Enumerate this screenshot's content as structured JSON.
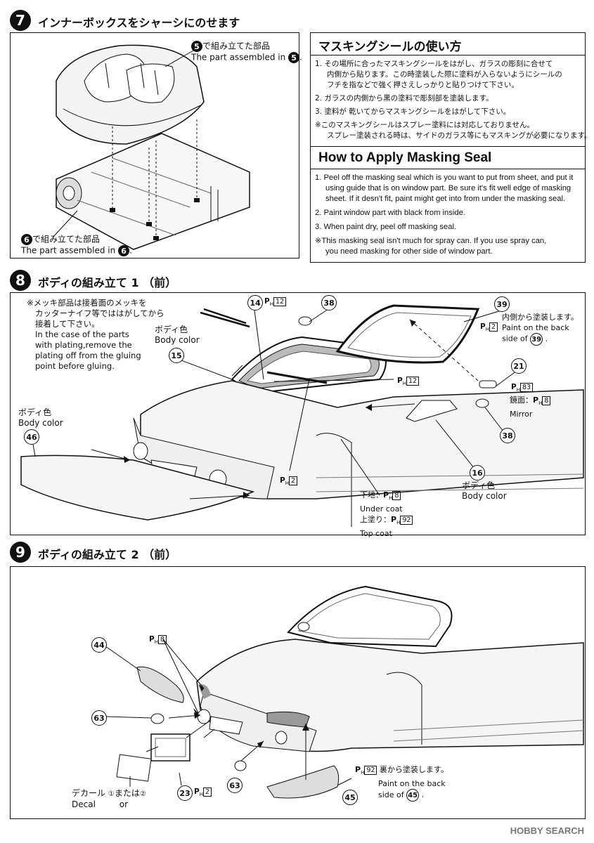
{
  "step7": {
    "number": "7",
    "title": "インナーボックスをシャーシにのせます",
    "label_top_ja": "で組み立てた部品",
    "label_top_en": "The part assembled in",
    "label_top_ref": "5",
    "label_bottom_ja": "で組み立てた部品",
    "label_bottom_en": "The part assembled in",
    "label_bottom_ref": "6"
  },
  "masking": {
    "title_ja": "マスキングシールの使い方",
    "items_ja": [
      "1. その場所に合ったマスキングシールをはがし、ガラスの彫刻に合せて",
      "内側から貼ります。この時塗装した際に塗料が入らないようにシールの",
      "フチを指などで強く押さえしっかりと貼りつけて下さい。",
      "2. ガラスの内側から黒の塗料で彫刻部を塗装します。",
      "3. 塗料が 乾いてからマスキングシールをはがして下さい。",
      "※このマスキングシールはスプレー塗料には対応しておりません。",
      "スプレー塗装される時は、サイドのガラス等にもマスキングが必要になります。"
    ],
    "title_en": "How to Apply Masking Seal",
    "items_en": [
      "1. Peel off the masking seal which is you want to put from sheet, and put it",
      "using guide that is on window part. Be sure it's fit well edge of masking",
      "sheet. If it desn't fit, paint might get into from under the masking seal.",
      "2. Paint window part with black from inside.",
      "3. When paint dry, peel off masking seal.",
      "※This masking seal isn't much for spray can. If you use spray can,",
      "you need masking for other side of window part."
    ]
  },
  "step8": {
    "number": "8",
    "title": "ボディの組み立て 1 （前）",
    "note": [
      "※メッキ部品は接着面のメッキを",
      "カッターナイフ等でははがしてから",
      "接着して下さい。",
      "In the case of the parts",
      "with plating,remove the",
      "plating off from the gluing",
      "point before gluing."
    ],
    "body_color_ja": "ボディ色",
    "body_color_en": "Body color",
    "parts": [
      "14",
      "38",
      "39",
      "15",
      "21",
      "46",
      "16",
      "38"
    ],
    "paint_ph12": "12",
    "paint_ph2": "2",
    "paint_ph83": "83",
    "paint_ph8": "8",
    "paint_ph92": "92",
    "ph": "P",
    "ph_sub": "H",
    "inside_ja": "内側から塗装します。",
    "inside_en_1": "Paint on the back",
    "inside_en_2": "side of",
    "inside_ref": "39",
    "mirror_ja": "鏡面：",
    "mirror_en": "Mirror",
    "under_ja": "下地：",
    "under_en": "Under coat",
    "top_ja": "上塗り：",
    "top_en": "Top coat"
  },
  "step9": {
    "number": "9",
    "title": "ボディの組み立て 2 （前）",
    "parts": [
      "44",
      "63",
      "63",
      "23",
      "45"
    ],
    "paint_ph8": "8",
    "paint_ph2": "2",
    "paint_ph92": "92",
    "back_ja": "裏から塗装します。",
    "back_en_1": "Paint on the back",
    "back_en_2": "side of",
    "back_ref": "45",
    "decal_ja": "デカール",
    "decal_en": "Decal",
    "or_ja": "または",
    "or_en": "or",
    "opt1": "①",
    "opt2": "②"
  },
  "footer": {
    "watermark": "HOBBY SEARCH"
  }
}
